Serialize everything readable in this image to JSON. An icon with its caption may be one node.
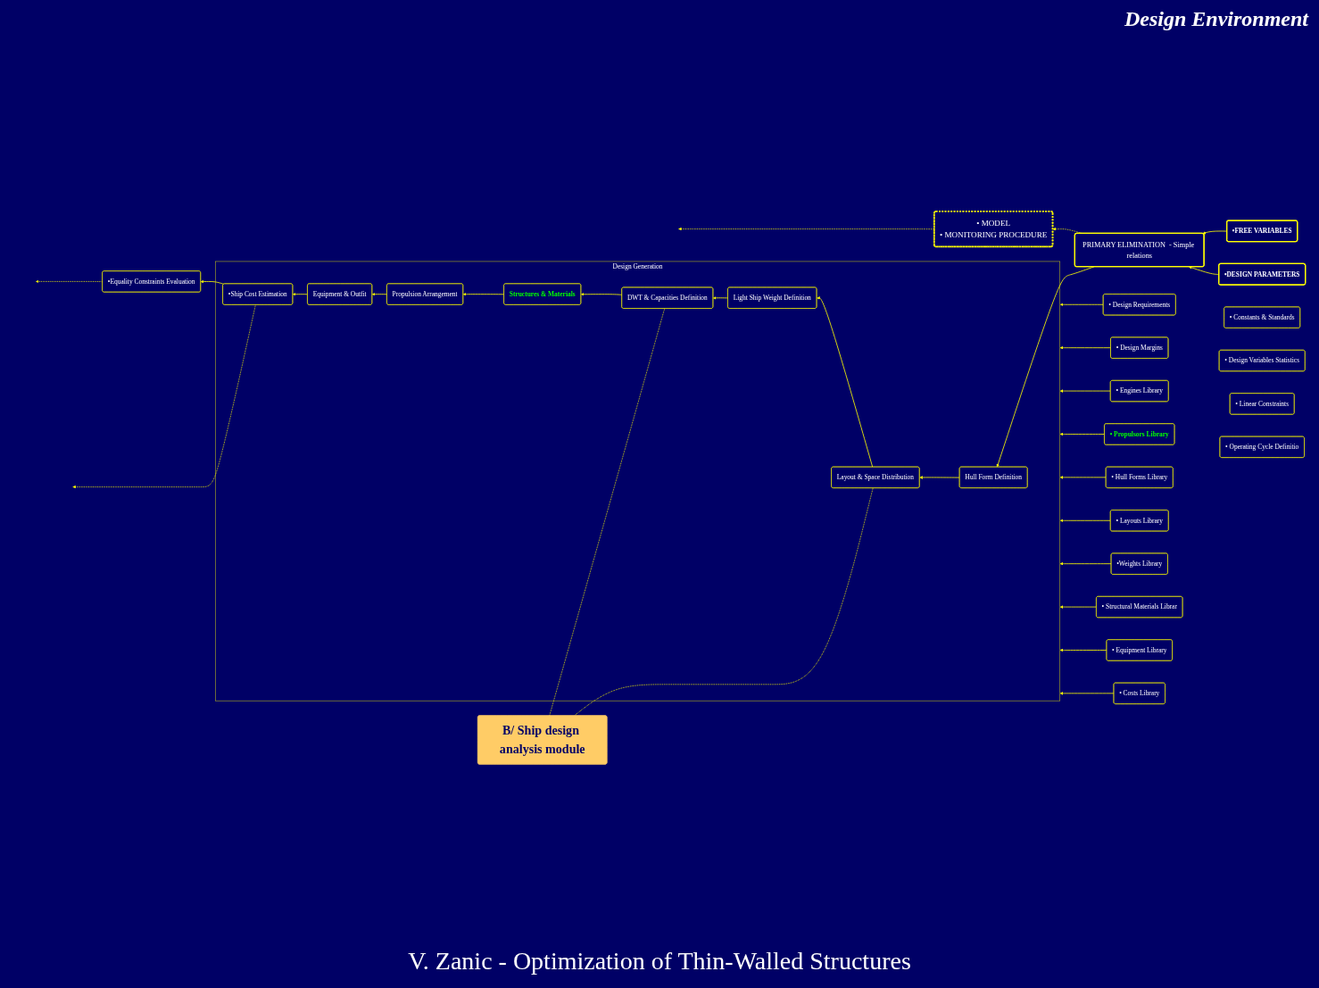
{
  "diagram": {
    "caption": "V. Zanic - Optimization of Thin-Walled Structures",
    "nodes": [
      {
        "text": [
          "• MODEL",
          "• MONITORING PROCEDURE"
        ]
      },
      {
        "text": [
          "•FREE VARIABLES"
        ]
      },
      {
        "text": [
          "•DESIGN PARAMETERS"
        ]
      },
      {
        "text": [
          "PRIMARY ELIMINATION  - Simple relations"
        ]
      },
      {
        "text": [
          "Design Generation"
        ]
      },
      {
        "text": [
          "Hull Form Definition"
        ],
        "in": 4
      },
      {
        "text": [
          "Layout & Space Distribution"
        ],
        "in": 4
      },
      {
        "text": [
          "Light Ship Weight Definition"
        ],
        "in": 4
      },
      {
        "text": [
          "DWT & Capacities Definition"
        ],
        "in": 4
      },
      {
        "text": [
          "Structures & Materials"
        ],
        "in": 4
      },
      {
        "text": [
          "Propulsion Arrangement"
        ],
        "in": 4
      },
      {
        "text": [
          "Equipment & Outfit"
        ],
        "in": 4
      },
      {
        "text": [
          "•Ship Cost Estimation"
        ],
        "in": 4
      },
      {
        "text": [
          "•Equality Constraints Evaluation"
        ]
      },
      {
        "text": [
          "• Constants & Standards"
        ]
      },
      {
        "text": [
          "• Design Variables Statistics"
        ]
      },
      {
        "text": [
          "• Linear Constraints"
        ]
      },
      {
        "text": [
          "• Design Requirements"
        ]
      },
      {
        "text": [
          "• Design Margins"
        ]
      },
      {
        "text": [
          "• Engines Library"
        ]
      },
      {
        "text": [
          "• Propulsors Library"
        ]
      },
      {
        "text": [
          "• Hull Forms Library"
        ]
      },
      {
        "text": [
          "• Layouts Library"
        ]
      },
      {
        "text": [
          "•Weights Library"
        ]
      },
      {
        "text": [
          "• Structural Materials Librar"
        ]
      },
      {
        "text": [
          "• Equipment Library"
        ]
      },
      {
        "text": [
          "• Costs Library"
        ]
      },
      {
        "text": [
          "• Operating Cycle Definitio"
        ]
      },
      {
        "text": [
          "B/ Ship design analysis module"
        ]
      }
    ],
    "edges": [
      {
        "from": 1,
        "to": 3,
        "arrow": "to"
      },
      {
        "from": 2,
        "to": 3,
        "arrow": "to"
      },
      {
        "from": 3,
        "to": 0,
        "arrow": "to",
        "style": "dashed"
      },
      {
        "from": 3,
        "to": 5,
        "arrow": "to"
      },
      {
        "from": 5,
        "to": 6,
        "arrow": "to"
      },
      {
        "from": 6,
        "to": 7,
        "arrow": "to"
      },
      {
        "from": 7,
        "to": 8,
        "arrow": "to"
      },
      {
        "from": 8,
        "to": 9,
        "arrow": "to"
      },
      {
        "from": 9,
        "to": 10,
        "arrow": "to"
      },
      {
        "from": 10,
        "to": 11,
        "arrow": "to"
      },
      {
        "from": 11,
        "to": 12,
        "arrow": "to"
      },
      {
        "from": 12,
        "to": 13,
        "arrow": "to"
      },
      {
        "from": 0,
        "to": null,
        "arrow": "to",
        "style": "dashed"
      },
      {
        "from": 6,
        "to": 28,
        "arrow": "none",
        "style": "dashed"
      },
      {
        "from": 8,
        "to": 28,
        "arrow": "none",
        "style": "dashed"
      },
      {
        "from": 12,
        "to": null,
        "arrow": "to",
        "style": "dashed"
      },
      {
        "from": 13,
        "to": null,
        "arrow": "to",
        "style": "dashed"
      },
      {
        "from": 17,
        "to": 4,
        "arrow": "to"
      },
      {
        "from": 18,
        "to": 4,
        "arrow": "to"
      },
      {
        "from": 19,
        "to": 4,
        "arrow": "to"
      },
      {
        "from": 20,
        "to": 4,
        "arrow": "to"
      },
      {
        "from": 21,
        "to": 4,
        "arrow": "to"
      },
      {
        "from": 22,
        "to": 4,
        "arrow": "to"
      },
      {
        "from": 23,
        "to": 4,
        "arrow": "to"
      },
      {
        "from": 24,
        "to": 4,
        "arrow": "to"
      },
      {
        "from": 25,
        "to": 4,
        "arrow": "to"
      },
      {
        "from": 26,
        "to": 4,
        "arrow": "to"
      }
    ],
    "labels": [
      "Design Environment"
    ]
  }
}
